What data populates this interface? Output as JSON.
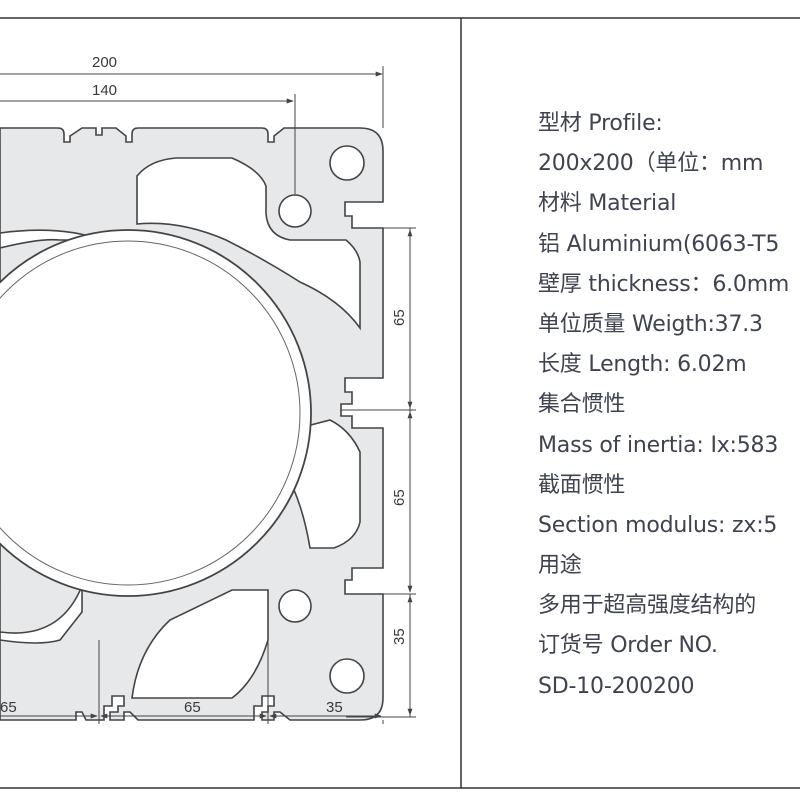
{
  "colors": {
    "frame": "#333333",
    "profile_fill": "#e6e8ea",
    "profile_stroke": "#444444",
    "text": "#3f4350"
  },
  "drawing": {
    "dimensions": {
      "overall_width": "200",
      "slot_offset": "140",
      "right_vertical_upper": "65",
      "right_vertical_middle": "65",
      "right_vertical_lower": "35",
      "bottom_left": "65",
      "bottom_middle": "65",
      "bottom_right": "35"
    }
  },
  "info": {
    "lines": [
      "型材 Profile:",
      "200x200（单位：mm",
      "材料 Material",
      "铝 Aluminium(6063-T5",
      "壁厚 thickness：6.0mm",
      "单位质量 Weigth:37.3",
      "长度 Length: 6.02m",
      "集合惯性",
      "Mass of inertia: Ix:583",
      "截面惯性",
      "Section modulus: zx:5",
      "用途",
      "多用于超高强度结构的",
      "订货号  Order NO.",
      "SD-10-200200"
    ]
  }
}
